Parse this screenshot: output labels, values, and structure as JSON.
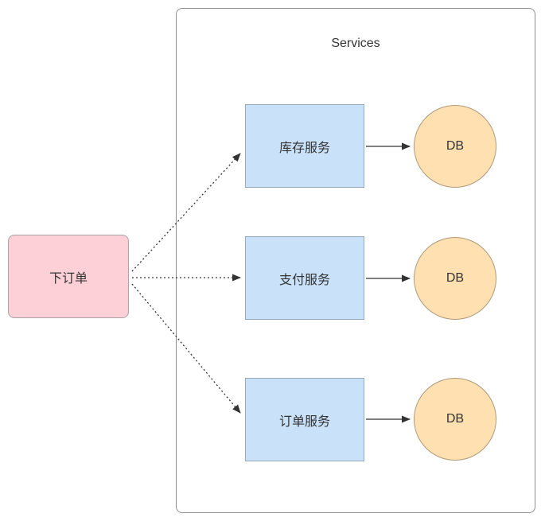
{
  "diagram": {
    "container": {
      "title": "Services"
    },
    "source": {
      "label": "下订单"
    },
    "services": [
      {
        "label": "库存服务",
        "db_label": "DB"
      },
      {
        "label": "支付服务",
        "db_label": "DB"
      },
      {
        "label": "订单服务",
        "db_label": "DB"
      }
    ],
    "colors": {
      "source_fill": "#fcd0d6",
      "service_fill": "#c9e2f9",
      "db_fill": "#ffe0b0",
      "border": "#8f8f8f",
      "arrow": "#333333",
      "text": "#333333"
    }
  }
}
